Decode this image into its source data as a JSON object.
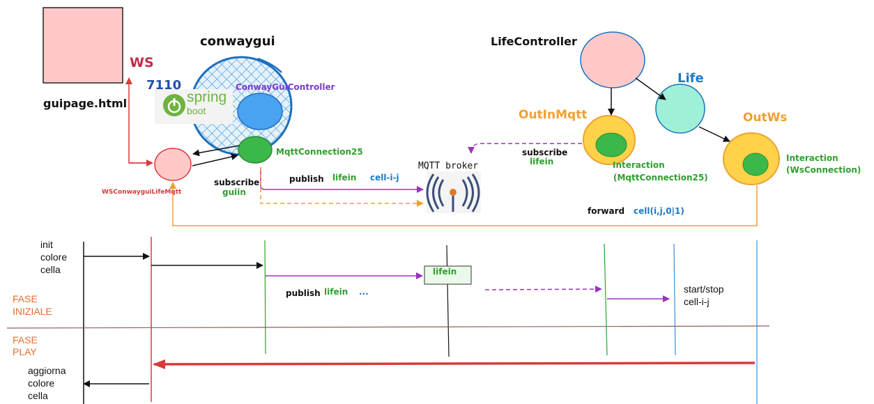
{
  "colors": {
    "red": "#d93a3a",
    "orange": "#f0a030",
    "purple": "#9933bb",
    "green_line": "#2ea02e",
    "blue_line": "#3a8fd6",
    "pink_fill": "#ffcccc",
    "phase_text": "#e07030",
    "ws_label": "#c8284a",
    "dark_blue": "#1f77c4"
  },
  "labels": {
    "ws": "WS",
    "port": "7110",
    "guipage": "guipage.html",
    "conwaygui": "conwaygui",
    "controller": "ConwayGuiController",
    "spring": "spring",
    "boot": "boot",
    "mqtt_conn": "MqttConnection25",
    "ws_mqtt": "WSConwayguiLifeMqtt",
    "subscribe_gui": "subscribe",
    "guiin": "guiin",
    "publish_top": "publish",
    "lifein_top": "lifein",
    "cell_ij": "cell-i-j",
    "broker": "MQTT broker",
    "subscribe_life": "subscribe",
    "lifein_sub": "lifein",
    "lifecontroller": "LifeController",
    "life": "Life",
    "outinmqtt": "OutInMqtt",
    "outws": "OutWs",
    "interaction_mqtt": "Interaction",
    "interaction_mqtt_sub": "(MqttConnection25)",
    "interaction_ws": "Interaction",
    "interaction_ws_sub": "(WsConnection)",
    "forward": "forward",
    "forward_cell": "cell(i,j,0|1)",
    "init_1": "init",
    "init_2": "colore",
    "init_3": "cella",
    "fase_iniziale_1": "FASE",
    "fase_iniziale_2": "INIZIALE",
    "fase_play_1": "FASE",
    "fase_play_2": "PLAY",
    "publish_seq": "publish",
    "lifein_seq": "lifein",
    "dots_seq": "...",
    "lifein_box": "lifein",
    "startstop_1": "start/stop",
    "startstop_2": "cell-i-j",
    "aggiorna_1": "aggiorna",
    "aggiorna_2": "colore",
    "aggiorna_3": "cella"
  }
}
